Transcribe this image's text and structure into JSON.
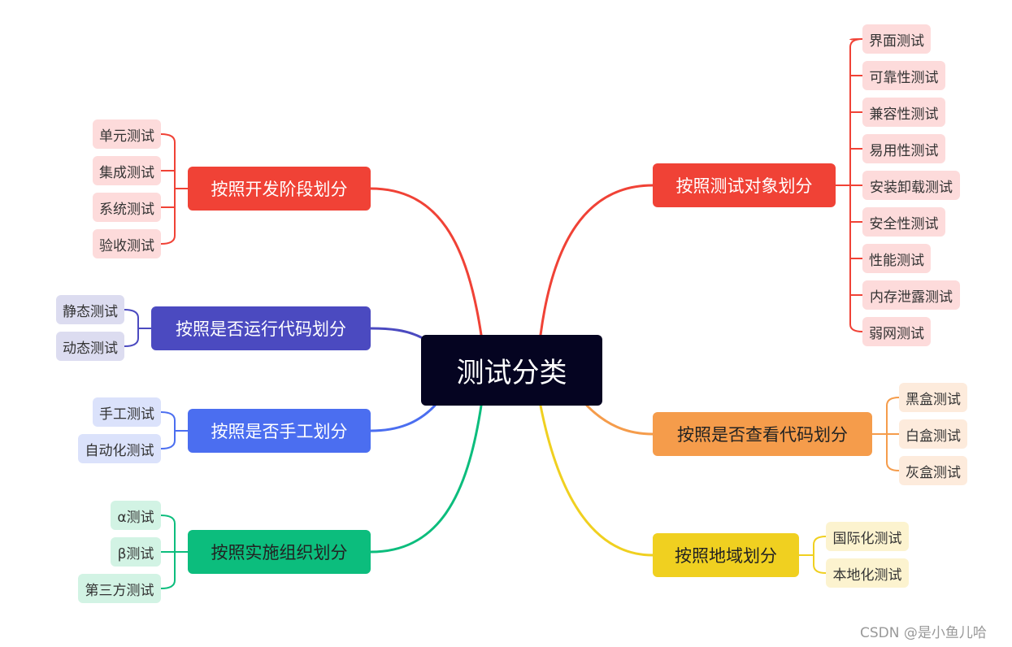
{
  "root": {
    "label": "测试分类"
  },
  "branches": {
    "object": {
      "label": "按照测试对象划分",
      "color": "#f04236",
      "leaves": [
        "界面测试",
        "可靠性测试",
        "兼容性测试",
        "易用性测试",
        "安装卸载测试",
        "安全性测试",
        "性能测试",
        "内存泄露测试",
        "弱网测试"
      ]
    },
    "code_view": {
      "label": "按照是否查看代码划分",
      "color": "#f59c4b",
      "leaves": [
        "黑盒测试",
        "白盒测试",
        "灰盒测试"
      ]
    },
    "region": {
      "label": "按照地域划分",
      "color": "#f0d020",
      "leaves": [
        "国际化测试",
        "本地化测试"
      ]
    },
    "stage": {
      "label": "按照开发阶段划分",
      "color": "#f04236",
      "leaves": [
        "单元测试",
        "集成测试",
        "系统测试",
        "验收测试"
      ]
    },
    "run_code": {
      "label": "按照是否运行代码划分",
      "color": "#4b4ac0",
      "leaves": [
        "静态测试",
        "动态测试"
      ]
    },
    "manual": {
      "label": "按照是否手工划分",
      "color": "#4b6ef0",
      "leaves": [
        "手工测试",
        "自动化测试"
      ]
    },
    "org": {
      "label": "按照实施组织划分",
      "color": "#0cbd7d",
      "leaves": [
        "α测试",
        "β测试",
        "第三方测试"
      ]
    }
  },
  "watermark": "CSDN @是小鱼儿哈"
}
